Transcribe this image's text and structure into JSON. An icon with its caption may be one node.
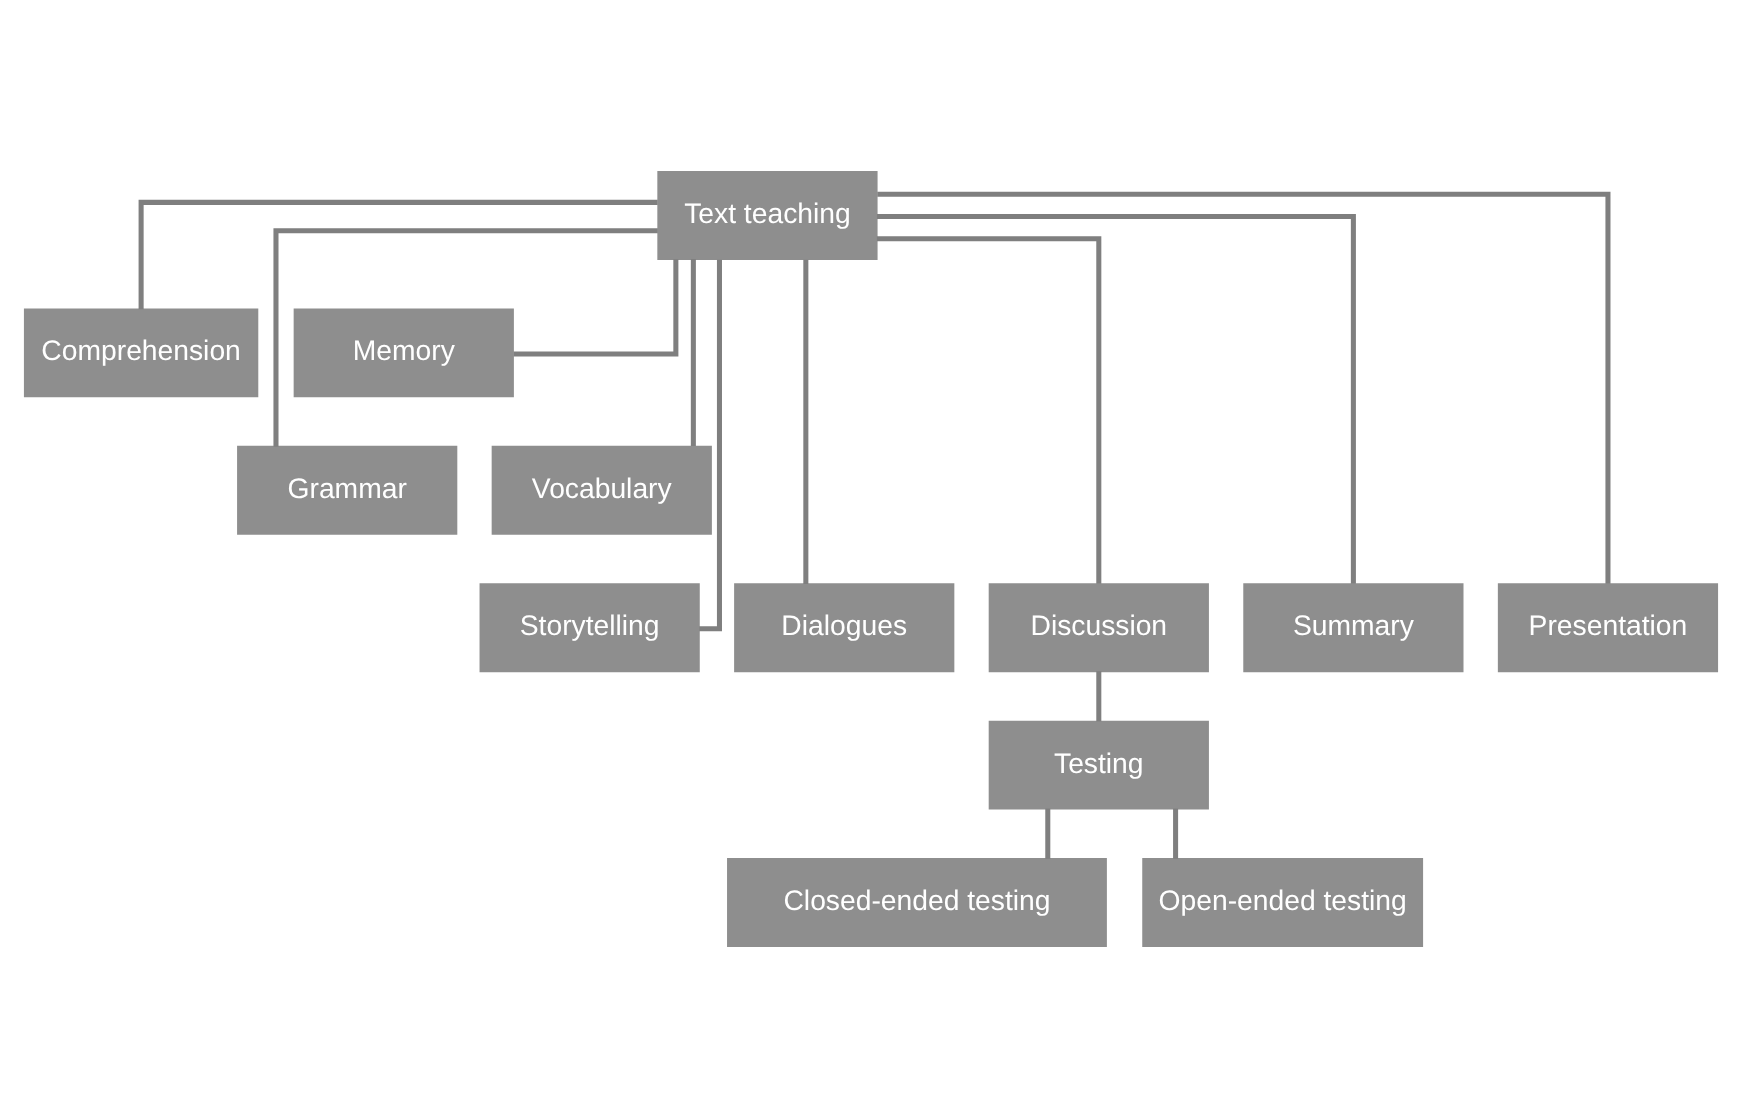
{
  "diagram": {
    "nodes": [
      {
        "text": [
          "Text teaching"
        ]
      },
      {
        "text": [
          "Comprehension"
        ]
      },
      {
        "text": [
          "Memory"
        ]
      },
      {
        "text": [
          "Grammar"
        ]
      },
      {
        "text": [
          "Vocabulary"
        ]
      },
      {
        "text": [
          "Storytelling"
        ]
      },
      {
        "text": [
          "Dialogues"
        ]
      },
      {
        "text": [
          "Discussion"
        ]
      },
      {
        "text": [
          "Summary"
        ]
      },
      {
        "text": [
          "Presentation"
        ]
      },
      {
        "text": [
          "Testing"
        ]
      },
      {
        "text": [
          "Closed-ended testing"
        ]
      },
      {
        "text": [
          "Open-ended testing"
        ]
      }
    ],
    "edges": [
      {
        "from": 0,
        "to": 1,
        "arrow": "none"
      },
      {
        "from": 0,
        "to": 2,
        "arrow": "none"
      },
      {
        "from": 0,
        "to": 3,
        "arrow": "none"
      },
      {
        "from": 0,
        "to": 4,
        "arrow": "none"
      },
      {
        "from": 0,
        "to": 5,
        "arrow": "none"
      },
      {
        "from": 0,
        "to": 6,
        "arrow": "none"
      },
      {
        "from": 0,
        "to": 7,
        "arrow": "none"
      },
      {
        "from": 0,
        "to": 8,
        "arrow": "none"
      },
      {
        "from": 0,
        "to": 9,
        "arrow": "none"
      },
      {
        "from": 7,
        "to": 10,
        "arrow": "none"
      },
      {
        "from": 10,
        "to": 11,
        "arrow": "none"
      },
      {
        "from": 10,
        "to": 12,
        "arrow": "none"
      }
    ]
  }
}
